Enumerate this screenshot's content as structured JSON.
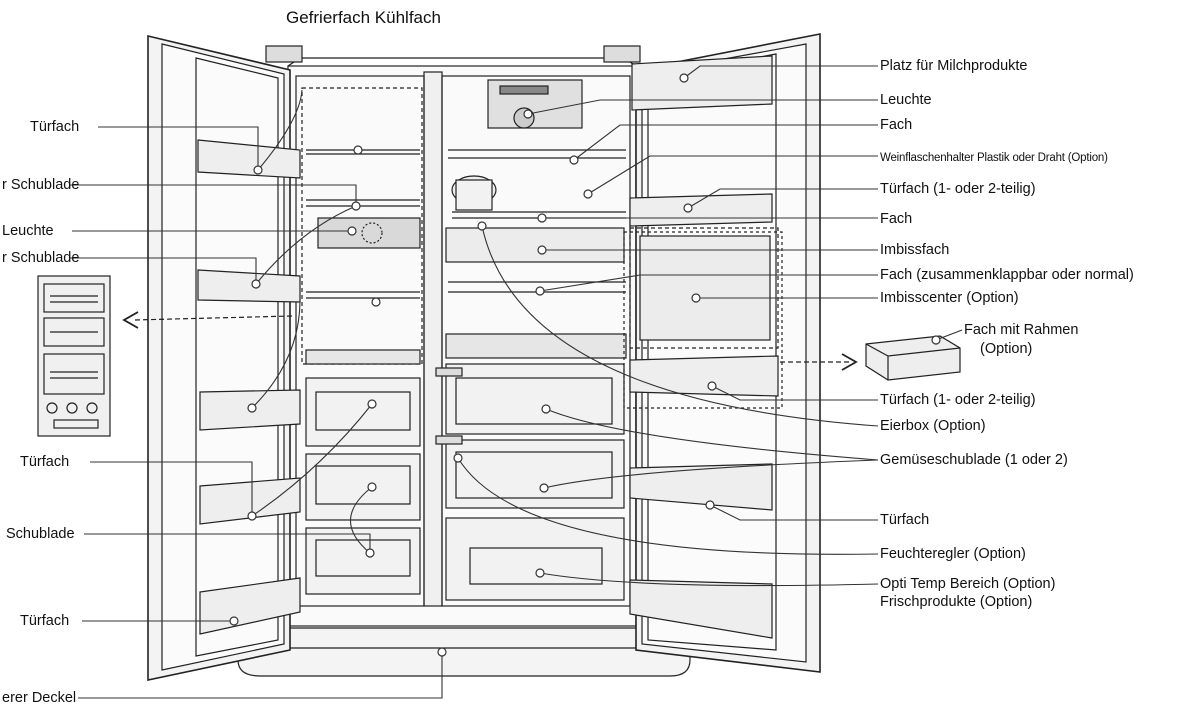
{
  "title": "Gefrierfach Kühlfach",
  "left_labels": [
    "Türfach",
    "r Schublade",
    "Leuchte",
    "r Schublade",
    "Türfach",
    "Schublade",
    "Türfach",
    "erer Deckel"
  ],
  "right_labels": [
    "Platz für Milchprodukte",
    "Leuchte",
    "Fach",
    "Weinflaschenhalter Plastik oder Draht (Option)",
    "Türfach (1- oder 2-teilig)",
    "Fach",
    "Imbissfach",
    "Fach (zusammenklappbar oder normal)",
    "Imbisscenter (Option)",
    "Türfach (1- oder 2-teilig)",
    "Eierbox (Option)",
    "Gemüseschublade (1 oder 2)",
    "Türfach",
    "Feuchteregler (Option)",
    "Opti Temp Bereich (Option)",
    "Frischprodukte (Option)"
  ],
  "insert_label": {
    "line1": "Fach mit Rahmen",
    "line2": "(Option)"
  }
}
